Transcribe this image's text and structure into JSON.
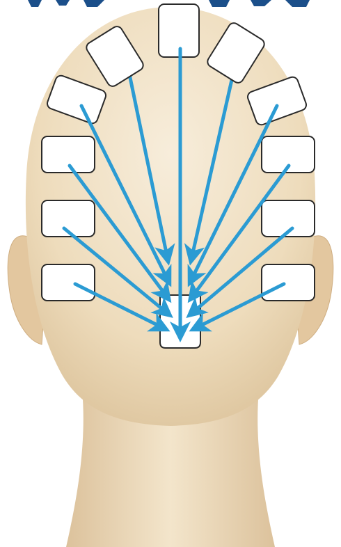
{
  "diagram": {
    "title": "",
    "pad_labels": [
      "",
      "",
      "",
      "",
      "",
      "",
      "",
      "",
      "",
      "",
      "",
      ""
    ]
  },
  "colors": {
    "background": "#ffffff",
    "skin_light": "#f6ecd9",
    "skin_mid": "#ecd8b6",
    "skin_dark": "#d8bc92",
    "ear": "#e2c49c",
    "pad_fill": "#ffffff",
    "pad_stroke": "#2a2a2a",
    "arrow": "#2b9bd3",
    "top_banner": "#1b4f8a"
  },
  "icons": {
    "head": "head-back-view",
    "pad": "electrode-pad",
    "arrow": "arrow-down"
  },
  "electrodes": {
    "target": "neck-base-pad",
    "sources": [
      "crown-center",
      "crown-left",
      "crown-right",
      "upper-left",
      "upper-right",
      "mid-left-1",
      "mid-right-1",
      "mid-left-2",
      "mid-right-2",
      "low-left",
      "low-right"
    ]
  }
}
